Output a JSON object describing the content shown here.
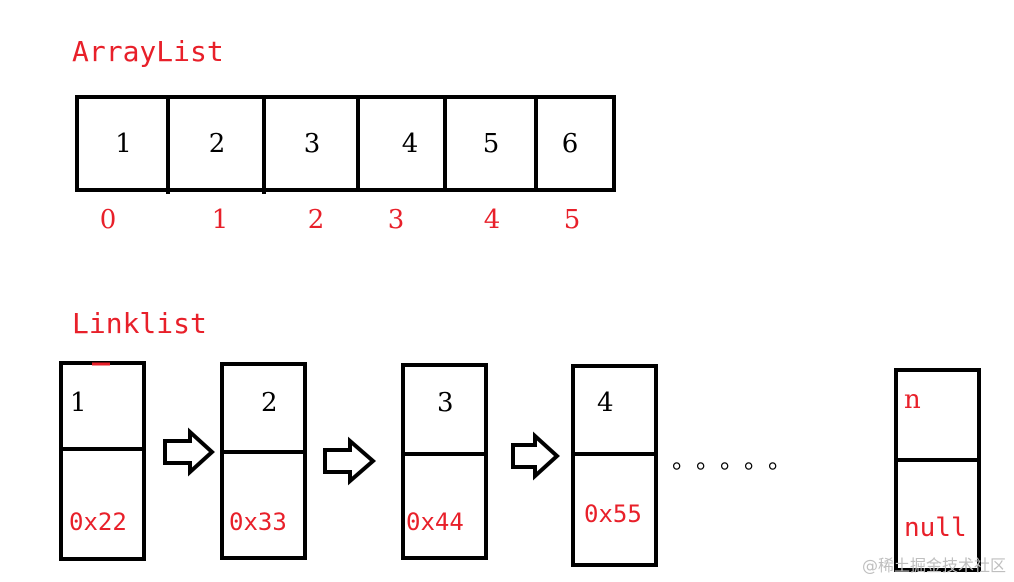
{
  "arraylist": {
    "title": "ArrayList",
    "cells": [
      "1",
      "2",
      "3",
      "4",
      "5",
      "6"
    ],
    "indices": [
      "0",
      "1",
      "2",
      "3",
      "4",
      "5"
    ]
  },
  "linklist": {
    "title": "Linklist",
    "nodes": [
      {
        "value": "1",
        "address": "0x22"
      },
      {
        "value": "2",
        "address": "0x33"
      },
      {
        "value": "3",
        "address": "0x44"
      },
      {
        "value": "4",
        "address": "0x55"
      }
    ],
    "ellipsis": "。。。。。",
    "last_node": {
      "value": "n",
      "address": "null"
    }
  },
  "watermark": "@稀土掘金技术社区",
  "colors": {
    "accent": "#e8202a",
    "stroke": "#000000"
  }
}
